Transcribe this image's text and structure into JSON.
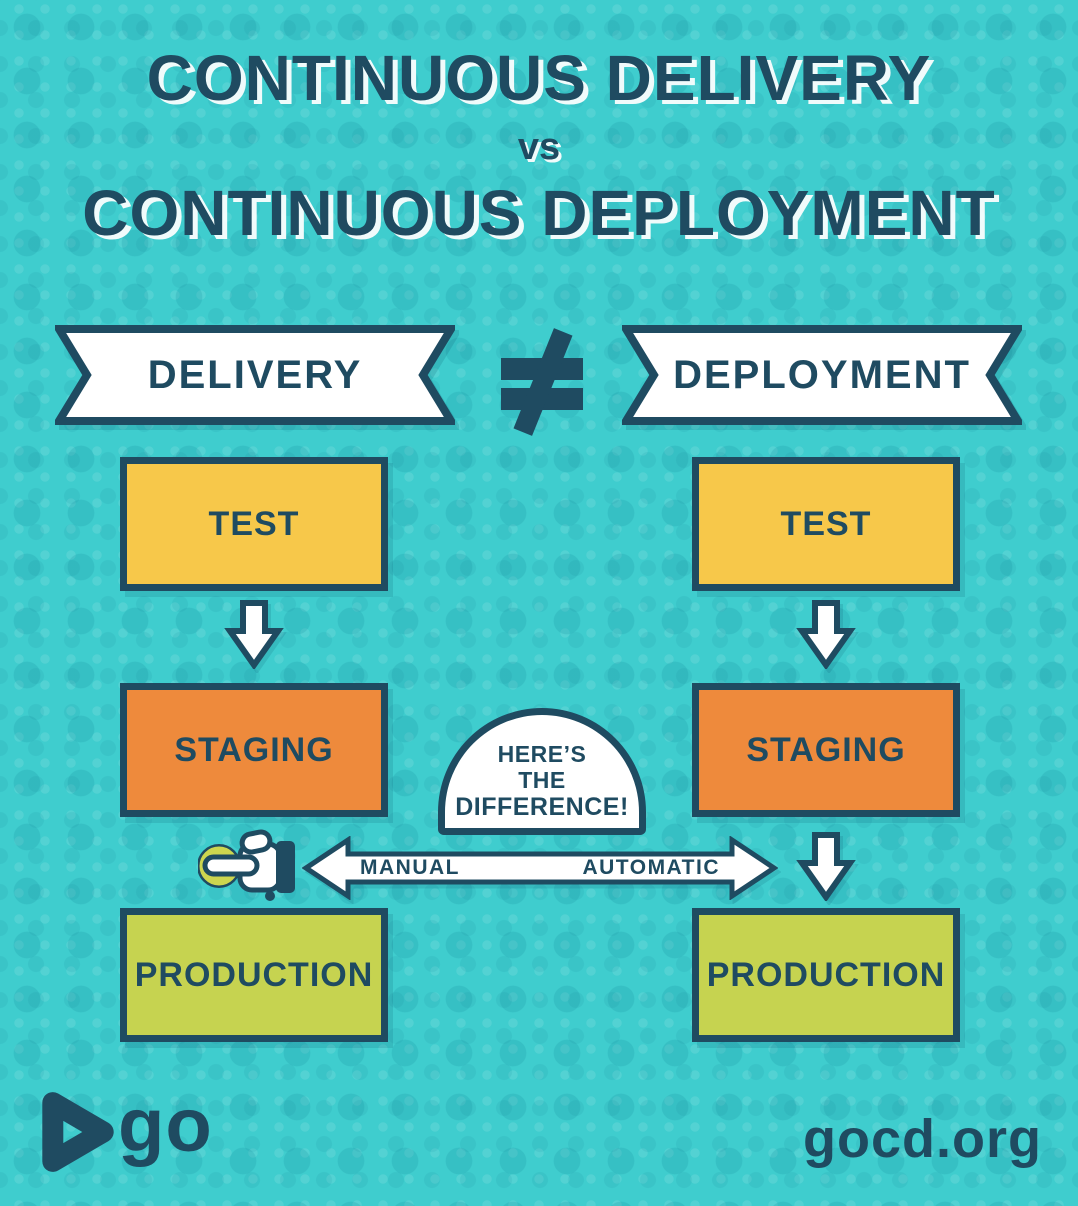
{
  "title": {
    "line1": "CONTINUOUS DELIVERY",
    "separator": "vs",
    "line2": "CONTINUOUS DEPLOYMENT"
  },
  "banners": {
    "left_label": "DELIVERY",
    "not_equal_symbol": "≠",
    "right_label": "DEPLOYMENT"
  },
  "pipelines": {
    "delivery": {
      "stages": [
        "TEST",
        "STAGING",
        "PRODUCTION"
      ]
    },
    "deployment": {
      "stages": [
        "TEST",
        "STAGING",
        "PRODUCTION"
      ]
    }
  },
  "difference_badge": {
    "line1": "HERE’S",
    "line2": "THE",
    "line3": "DIFFERENCE!"
  },
  "transition": {
    "manual_label": "MANUAL",
    "automatic_label": "AUTOMATIC"
  },
  "footer": {
    "logo_text": "go",
    "website": "gocd.org"
  },
  "icons": {
    "not_equal_icon": "≠",
    "press_button_icon": "pointing-hand-pressing-button",
    "down_arrow_icon": "block-arrow-down",
    "transition_arrow_icon": "double-headed-arrow",
    "go_logo_icon": "play-triangle"
  },
  "colors": {
    "background": "#3fcdce",
    "ink": "#1f4b61",
    "test_fill": "#f7c84a",
    "staging_fill": "#ee8a3c",
    "production_fill": "#c6d350",
    "button_ring": "#cdd64f",
    "white": "#ffffff"
  }
}
